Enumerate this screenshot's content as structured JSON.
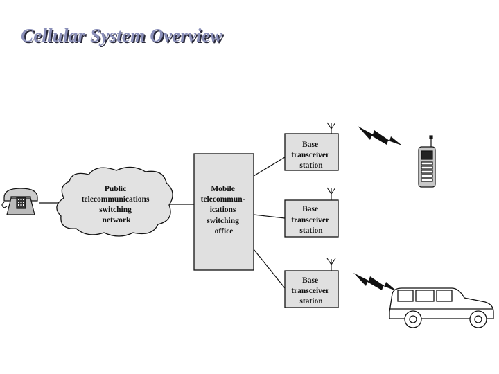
{
  "title": "Cellular System Overview",
  "diagram": {
    "pstn": [
      "Public",
      "telecommunications",
      "switching",
      "network"
    ],
    "mtso": [
      "Mobile",
      "telecommun-",
      "ications",
      "switching",
      "office"
    ],
    "bts": [
      [
        "Base",
        "transceiver",
        "station"
      ],
      [
        "Base",
        "transceiver",
        "station"
      ],
      [
        "Base",
        "transceiver",
        "station"
      ]
    ]
  },
  "colors": {
    "title": "#8a8fb8",
    "title_shadow": "#2a2a3a",
    "box_fill": "#e0e0e0",
    "stroke": "#111111"
  },
  "icons": [
    "telephone-icon",
    "cell-phone-icon",
    "car-icon",
    "antenna-icon",
    "lightning-bolt-icon"
  ]
}
